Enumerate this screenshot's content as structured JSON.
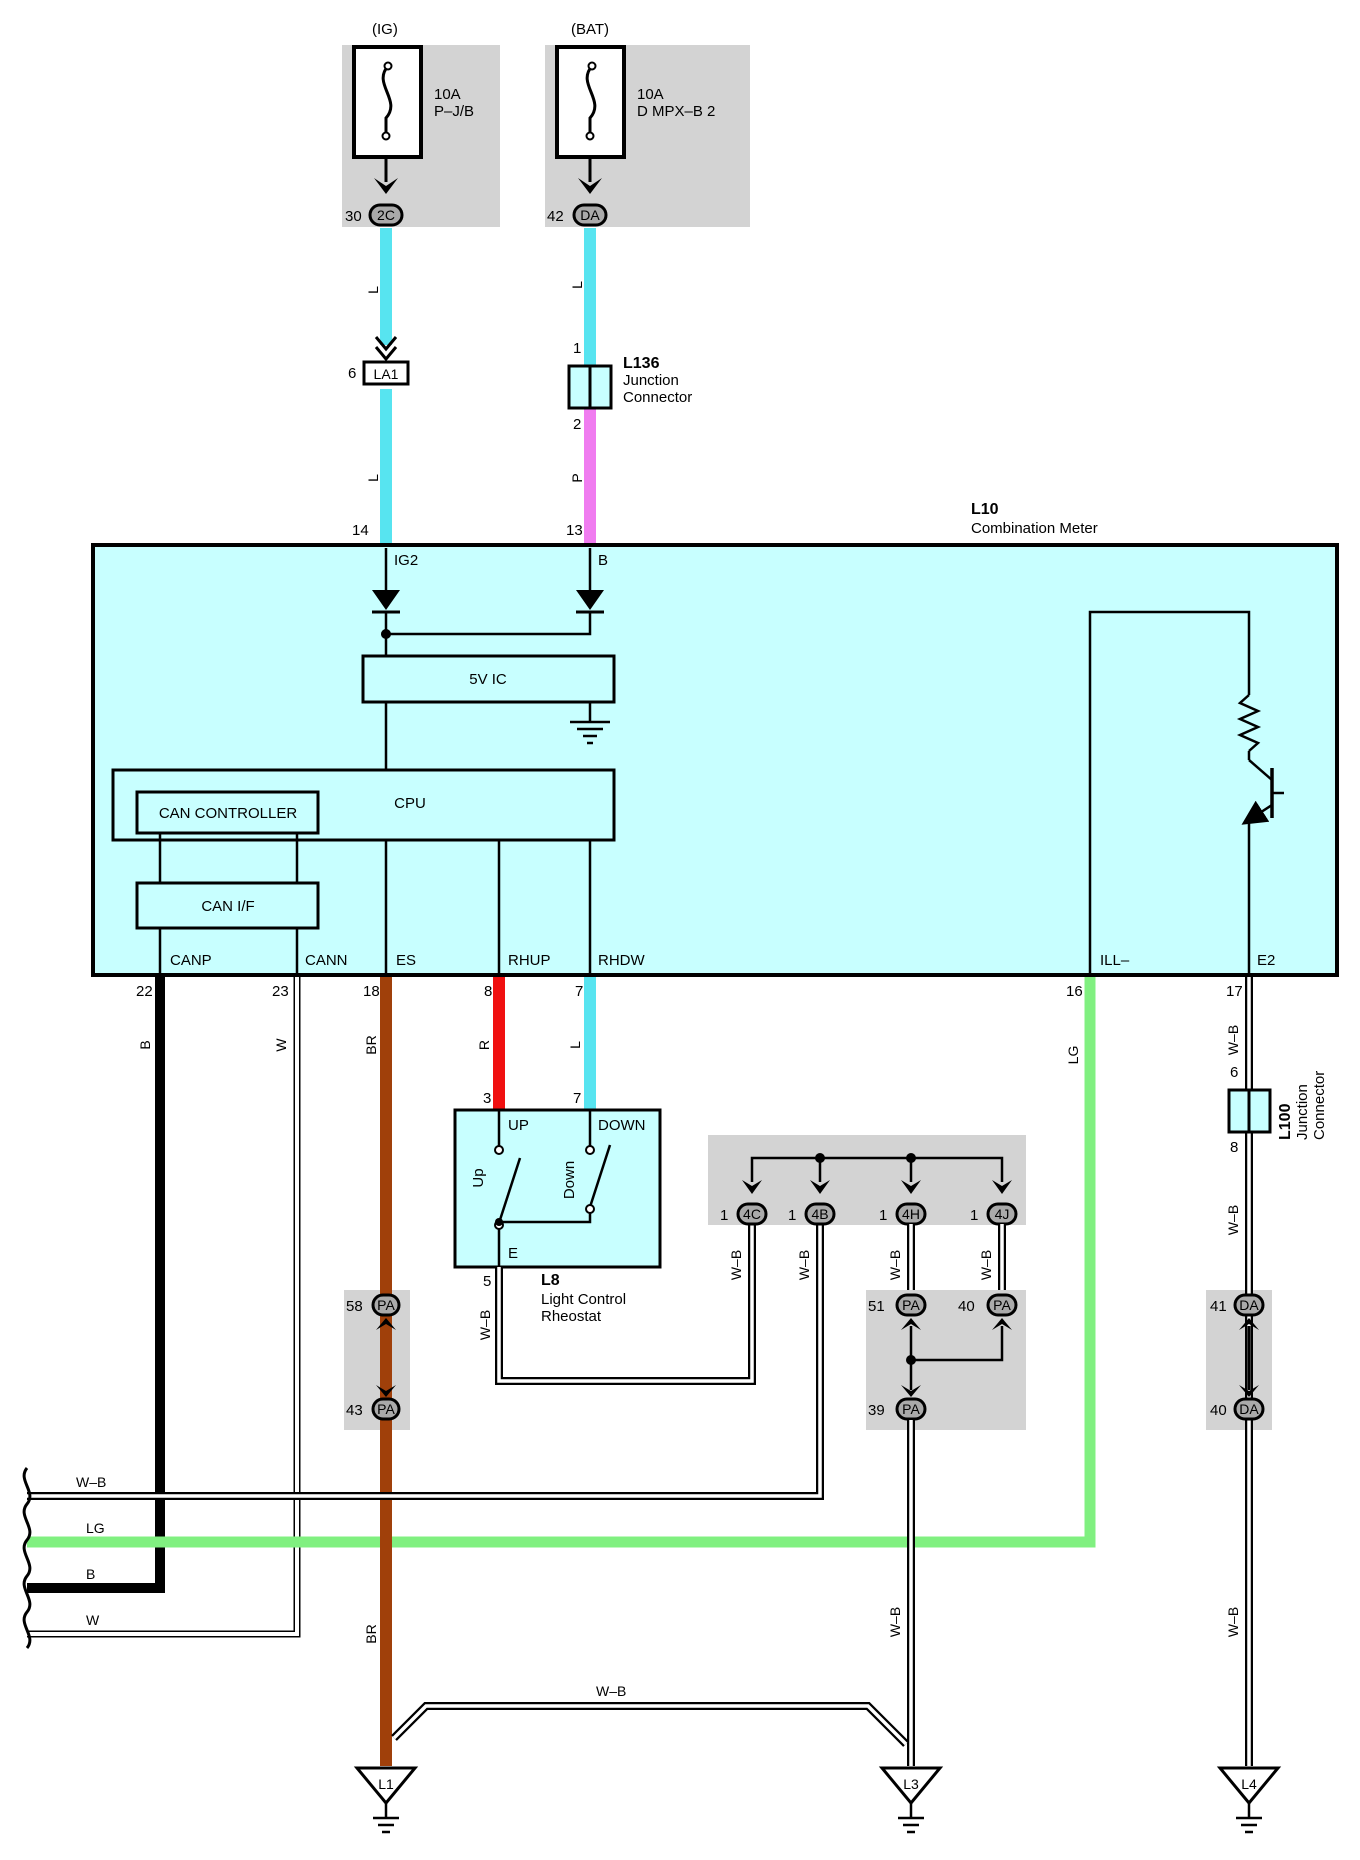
{
  "power": {
    "ig": {
      "tag": "(IG)",
      "amp": "10A",
      "fuse": "P–J/B",
      "pin": "30",
      "conn": "2C"
    },
    "bat": {
      "tag": "(BAT)",
      "amp": "10A",
      "fuse": "D MPX–B 2",
      "pin": "42",
      "conn": "DA"
    }
  },
  "wires": {
    "ig_l1": "L",
    "ig_l2": "L",
    "la1_pin": "6",
    "la1": "LA1",
    "bat_l": "L",
    "bat_p": "P",
    "j136_pin1": "1",
    "j136_pin2": "2",
    "j136_id": "L136",
    "j136_l1": "Junction",
    "j136_l2": "Connector",
    "b": "B",
    "w": "W",
    "br": "BR",
    "r": "R",
    "l": "L",
    "lg": "LG",
    "wb": "W–B"
  },
  "meter": {
    "id": "L10",
    "name": "Combination Meter",
    "pins": {
      "ig2": "14",
      "b": "13",
      "canp": "22",
      "cann": "23",
      "es": "18",
      "rhup": "8",
      "rhdw": "7",
      "ill": "16",
      "e2": "17"
    },
    "labels": {
      "ig2": "IG2",
      "b": "B",
      "canp": "CANP",
      "cann": "CANN",
      "es": "ES",
      "rhup": "RHUP",
      "rhdw": "RHDW",
      "ill": "ILL–",
      "e2": "E2"
    },
    "ic5v": "5V IC",
    "cpu": "CPU",
    "can_ctrl": "CAN CONTROLLER",
    "can_if": "CAN I/F"
  },
  "rheostat": {
    "id": "L8",
    "l1": "Light Control",
    "l2": "Rheostat",
    "pin_up": "3",
    "pin_down": "7",
    "pin_e": "5",
    "up": "UP",
    "down": "DOWN",
    "e": "E",
    "sw_up": "Up",
    "sw_down": "Down"
  },
  "jc100": {
    "id": "L100",
    "l1": "Junction",
    "l2": "Connector",
    "pin_top": "6",
    "pin_bot": "8"
  },
  "conns": {
    "c4c": "4C",
    "c4b": "4B",
    "c4h": "4H",
    "c4j": "4J",
    "pin1": "1",
    "pa": "PA",
    "da": "DA",
    "pa58": "58",
    "pa43": "43",
    "pa51": "51",
    "pa40": "40",
    "pa39": "39",
    "da41": "41",
    "da40": "40"
  },
  "grounds": {
    "g1": "L1",
    "g3": "L3",
    "g4": "L4"
  }
}
